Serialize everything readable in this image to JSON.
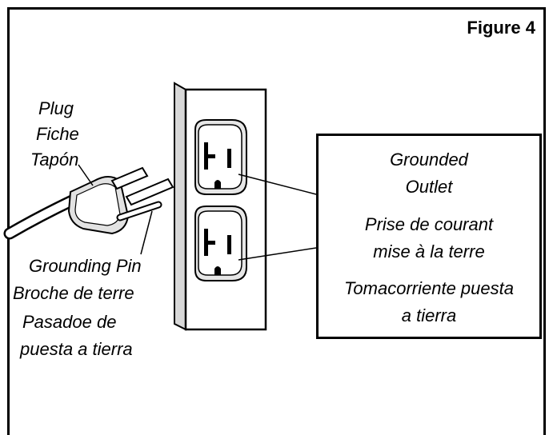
{
  "figure_label": "Figure 4",
  "plug_labels": {
    "en": "Plug",
    "fr": "Fiche",
    "es": "Tapón"
  },
  "pin_labels": {
    "en": "Grounding Pin",
    "fr": "Broche de terre",
    "es_line1": "Pasadoe de",
    "es_line2": "puesta a tierra"
  },
  "outlet_labels": {
    "en_line1": "Grounded",
    "en_line2": "Outlet",
    "fr_line1": "Prise de courant",
    "fr_line2": "mise à la terre",
    "es_line1": "Tomacorriente puesta",
    "es_line2": "a tierra"
  }
}
